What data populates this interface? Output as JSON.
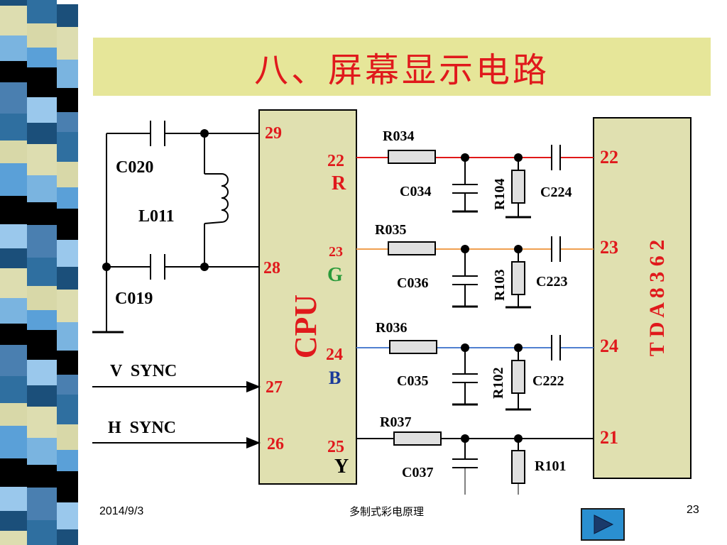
{
  "slide": {
    "title": "八、屏幕显示电路",
    "footer_date": "2014/9/3",
    "footer_center": "多制式彩电原理",
    "page_number": "23"
  },
  "cpu_block": {
    "label": "CPU",
    "pins": {
      "p29": "29",
      "p28": "28",
      "p27": "27",
      "p26": "26",
      "p22": "22",
      "p23": "23",
      "p24": "24",
      "p25": "25"
    },
    "signals": {
      "r": "R",
      "g": "G",
      "b": "B",
      "y": "Y"
    }
  },
  "tda_block": {
    "label": "T D A 8 3 6 2",
    "pins": {
      "p22": "22",
      "p23": "23",
      "p24": "24",
      "p21": "21"
    }
  },
  "components": {
    "c020": "C020",
    "l011": "L011",
    "c019": "C019",
    "r034": "R034",
    "c034": "C034",
    "r104": "R104",
    "c224": "C224",
    "r035": "R035",
    "c036": "C036",
    "r103": "R103",
    "c223": "C223",
    "r036": "R036",
    "c035": "C035",
    "r102": "R102",
    "c222": "C222",
    "r037": "R037",
    "c037": "C037",
    "r101": "R101"
  },
  "inputs": {
    "vsync": "V  SYNC",
    "hsync": "H  SYNC"
  },
  "colors": {
    "red_line": "#e01818",
    "orange_line": "#f0a050",
    "blue_line": "#5080d0",
    "block_fill": "#e0e0b0",
    "title_bg": "#e6e699",
    "label_red": "#e0191c"
  },
  "icons": {
    "next": "play-triangle-icon"
  }
}
